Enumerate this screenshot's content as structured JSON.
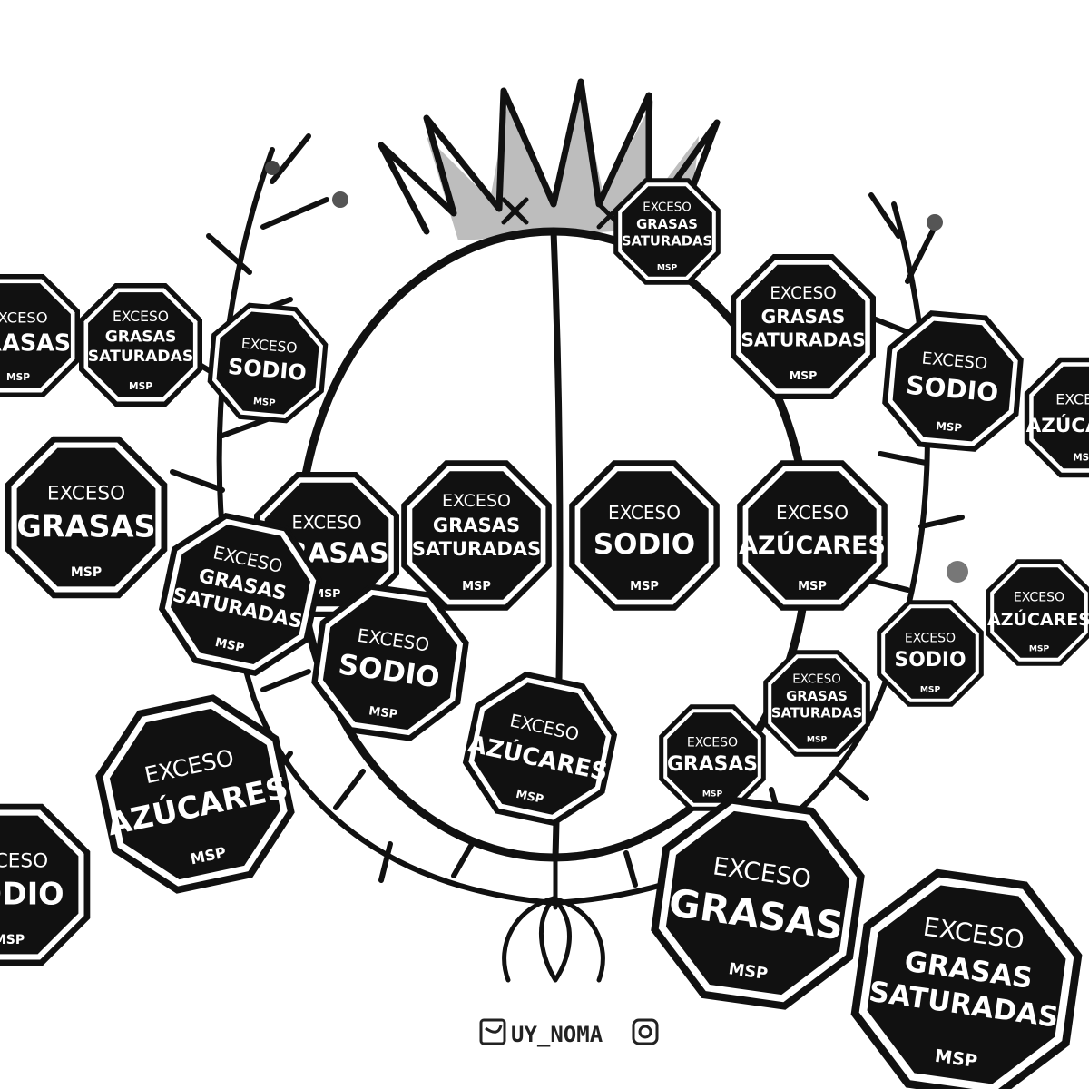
{
  "labels": {
    "exceso": "EXCESO",
    "grasas": "GRASAS",
    "grasas_saturadas_line1": "GRASAS",
    "grasas_saturadas_line2": "SATURADAS",
    "sodio": "SODIO",
    "azucares": "AZÚCARES",
    "authority": "MSP"
  },
  "credit": {
    "handle": "UY_NOMA",
    "left_icon": "twitter-icon",
    "right_icon": "instagram-icon"
  },
  "colors": {
    "octagon_fill": "#111111",
    "octagon_border": "#ffffff",
    "outline": "#111111",
    "crown_shade": "#bdbdbd",
    "background": "#ffffff"
  },
  "illustration": {
    "subject": "coat-of-arms-with-octagon-warning-labels",
    "crown": "sun-rays",
    "branches": "laurel"
  }
}
